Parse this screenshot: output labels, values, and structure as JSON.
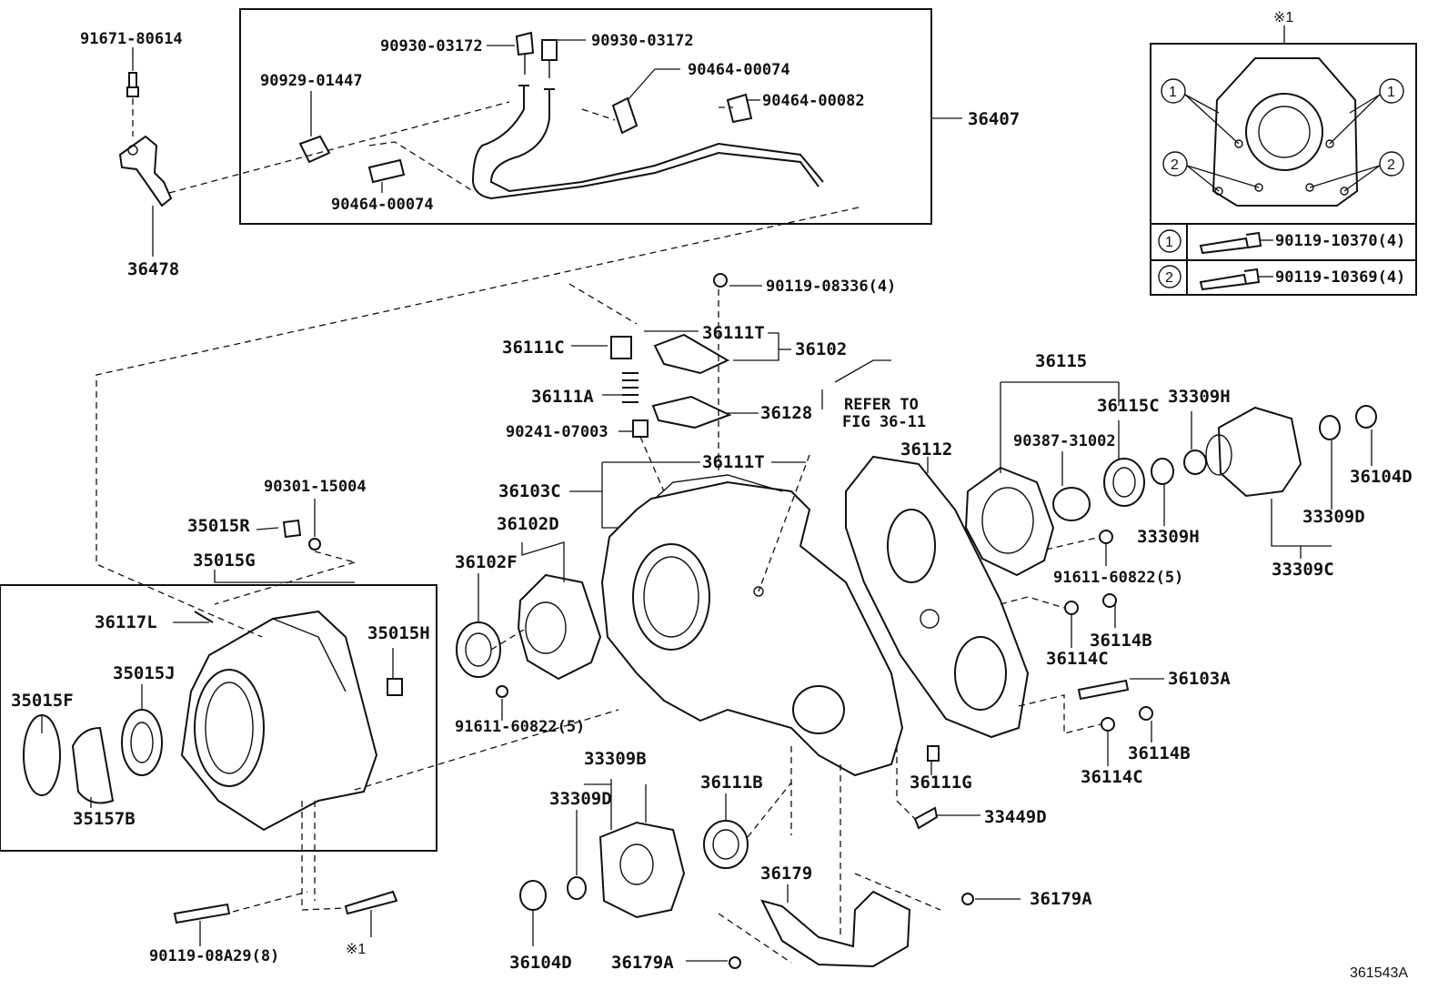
{
  "diagram_id": "361543A",
  "inset_title": "※1",
  "inset_rows": [
    {
      "marker": "1",
      "part": "90119-10370(4)"
    },
    {
      "marker": "2",
      "part": "90119-10369(4)"
    }
  ],
  "labels": {
    "p91671_80614": "91671-80614",
    "p36478": "36478",
    "p90929_01447": "90929-01447",
    "p90930_03172_a": "90930-03172",
    "p90930_03172_b": "90930-03172",
    "p90464_00074_a": "90464-00074",
    "p90464_00082": "90464-00082",
    "p90464_00074_b": "90464-00074",
    "p36407": "36407",
    "p90119_08336": "90119-08336(4)",
    "p36111T_a": "36111T",
    "p36102": "36102",
    "p36111C": "36111C",
    "p36111A": "36111A",
    "p36128": "36128",
    "p90241_07003": "90241-07003",
    "p36111T_b": "36111T",
    "refer_to": "REFER TO",
    "fig_ref": "FIG 36-11",
    "p36115": "36115",
    "p36115C": "36115C",
    "p33309H_a": "33309H",
    "p90387_31002": "90387-31002",
    "p36112": "36112",
    "p36104D_a": "36104D",
    "p33309H_b": "33309H",
    "p33309D_a": "33309D",
    "p33309C": "33309C",
    "p91611_60822_a": "91611-60822(5)",
    "p36103C": "36103C",
    "p36102D": "36102D",
    "p36102F": "36102F",
    "p90301_15004": "90301-15004",
    "p35015R": "35015R",
    "p35015G": "35015G",
    "p36117L": "36117L",
    "p35015H": "35015H",
    "p35015J": "35015J",
    "p35015F": "35015F",
    "p35157B": "35157B",
    "p36114B_a": "36114B",
    "p36114C_a": "36114C",
    "p36103A": "36103A",
    "p36114B_b": "36114B",
    "p36114C_b": "36114C",
    "p91611_60822_b": "91611-60822(5)",
    "p33309B": "33309B",
    "p33309D_b": "33309D",
    "p36111B": "36111B",
    "p36111G": "36111G",
    "p33449D": "33449D",
    "p36179": "36179",
    "p36179A_a": "36179A",
    "p36179A_b": "36179A",
    "p36104D_b": "36104D",
    "p90119_08A29": "90119-08A29(8)",
    "p_ref1": "※1"
  }
}
